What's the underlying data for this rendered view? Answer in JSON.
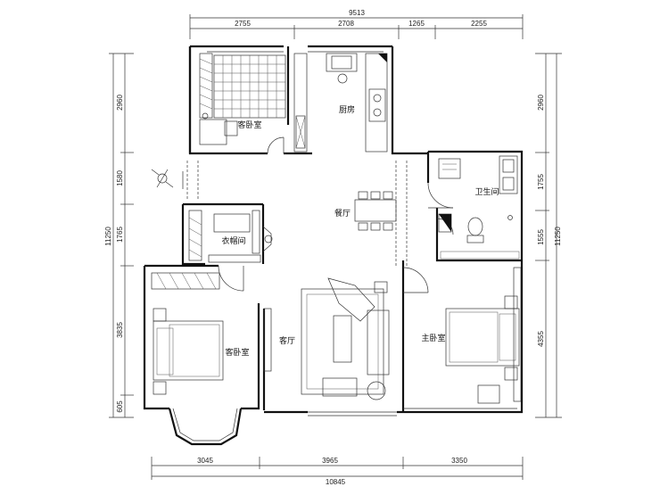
{
  "dimensions": {
    "top_total": "9513",
    "top": [
      "2755",
      "2708",
      "1265",
      "2255"
    ],
    "bottom": [
      "3045",
      "3965",
      "3350"
    ],
    "bottom_total": "10845",
    "left": [
      "2960",
      "1580",
      "1765",
      "3835",
      "605"
    ],
    "left_total": "11250",
    "right": [
      "2960",
      "1755",
      "1555",
      "4355"
    ],
    "right_total": "11250"
  },
  "rooms": {
    "guest_bedroom_top": "客卧室",
    "kitchen": "厨房",
    "dining": "餐厅",
    "bathroom": "卫生间",
    "closet": "衣帽间",
    "living": "客厅",
    "guest_bedroom_left": "客卧室",
    "master_bedroom": "主卧室"
  },
  "icons": [
    "bed-icon",
    "sofa-icon",
    "dining-table-icon",
    "toilet-icon",
    "sink-icon",
    "stove-icon",
    "plant-icon",
    "washing-machine-icon"
  ]
}
